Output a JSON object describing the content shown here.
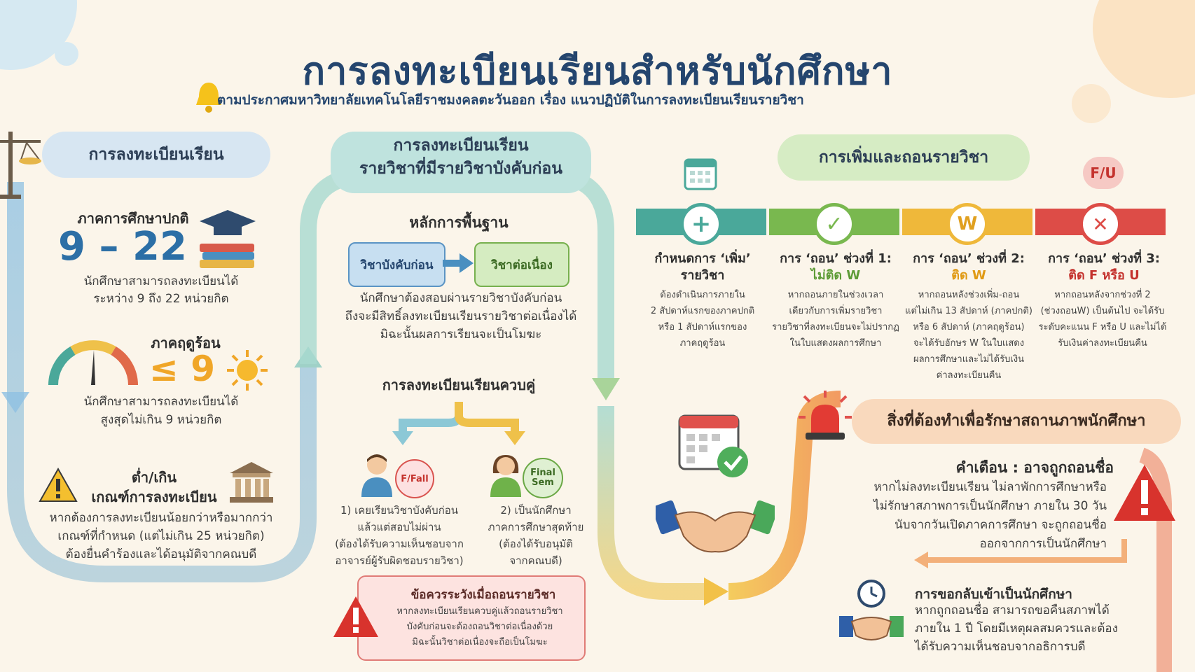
{
  "header": {
    "title": "การลงทะเบียนเรียนสำหรับนักศึกษา",
    "subtitle": "ตามประกาศมหาวิทยาลัยเทคโนโลยีราชมงคลตะวันออก เรื่อง แนวปฏิบัติในการลงทะเบียนเรียนรายวิชา"
  },
  "registration": {
    "heading": "การลงทะเบียนเรียน",
    "regular": {
      "label": "ภาคการศึกษาปกติ",
      "range": "9 – 22",
      "desc_line1": "นักศึกษาสามารถลงทะเบียนได้",
      "desc_line2": "ระหว่าง 9 ถึง 22 หน่วยกิต"
    },
    "summer": {
      "label": "ภาคฤดูร้อน",
      "limit": "≤ 9",
      "desc_line1": "นักศึกษาสามารถลงทะเบียนได้",
      "desc_line2": "สูงสุดไม่เกิน 9 หน่วยกิต"
    },
    "criteria": {
      "label_line1": "ต่ำ/เกิน",
      "label_line2": "เกณฑ์การลงทะเบียน",
      "desc_line1": "หากต้องการลงทะเบียนน้อยกว่าหรือมากกว่า",
      "desc_line2": "เกณฑ์ที่กำหนด (แต่ไม่เกิน 25 หน่วยกิต)",
      "desc_line3": "ต้องยื่นคำร้องและได้อนุมัติจากคณบดี"
    }
  },
  "prereq": {
    "heading_line1": "การลงทะเบียนเรียน",
    "heading_line2": "รายวิชาที่มีรายวิชาบังคับก่อน",
    "basics_label": "หลักการพื้นฐาน",
    "box_prereq": "วิชาบังคับก่อน",
    "box_next": "วิชาต่อเนื่อง",
    "basics_line1": "นักศึกษาต้องสอบผ่านรายวิชาบังคับก่อน",
    "basics_line2": "ถึงจะมีสิทธิ์ลงทะเบียนเรียนรายวิชาต่อเนื่องได้",
    "basics_line3": "มิฉะนั้นผลการเรียนจะเป็นโมฆะ",
    "concurrent_label": "การลงทะเบียนเรียนควบคู่",
    "badge_fail": "F/Fall",
    "badge_final_1": "Final",
    "badge_final_2": "Sem",
    "case1_line1": "1) เคยเรียนวิชาบังคับก่อน",
    "case1_line2": "แล้วแต่สอบไม่ผ่าน",
    "case1_line3": "(ต้องได้รับความเห็นชอบจาก",
    "case1_line4": "อาจารย์ผู้รับผิดชอบรายวิชา)",
    "case2_line1": "2) เป็นนักศึกษา",
    "case2_line2": "ภาคการศึกษาสุดท้าย",
    "case2_line3": "(ต้องได้รับอนุมัติ",
    "case2_line4": "จากคณบดี)",
    "caution_title": "ข้อควรระวังเมื่อถอนรายวิชา",
    "caution_line1": "หากลงทะเบียนเรียนควบคู่แล้วถอนรายวิชา",
    "caution_line2": "บังคับก่อนจะต้องถอนวิชาต่อเนื่องด้วย",
    "caution_line3": "มิฉะนั้นวิชาต่อเนื่องจะถือเป็นโมฆะ"
  },
  "add_drop": {
    "heading": "การเพิ่มและถอนรายวิชา",
    "fu_badge": "F/U",
    "icons": {
      "add": "+",
      "check": "✓",
      "w": "W",
      "x": "✕"
    },
    "colors": {
      "teal": "#4aa89a",
      "green": "#79b84f",
      "yellow": "#efb83a",
      "red": "#dd4c47"
    },
    "stages": [
      {
        "title_line1": "กำหนดการ ‘เพิ่ม’",
        "title_line2": "รายวิชา",
        "lines": [
          "ต้องดำเนินการภายใน",
          "2 สัปดาห์แรกของภาคปกติ",
          "หรือ 1 สัปดาห์แรกของ",
          "ภาคฤดูร้อน"
        ]
      },
      {
        "title_line1": "การ ‘ถอน’ ช่วงที่ 1:",
        "title_line2": "ไม่ติด W",
        "lines": [
          "หากถอนภายในช่วงเวลา",
          "เดียวกับการเพิ่มรายวิชา",
          "รายวิชาที่ลงทะเบียนจะไม่ปรากฏ",
          "ในใบแสดงผลการศึกษา"
        ]
      },
      {
        "title_line1": "การ ‘ถอน’ ช่วงที่ 2:",
        "title_line2": "ติด W",
        "lines": [
          "หากถอนหลังช่วงเพิ่ม-ถอน",
          "แต่ไม่เกิน 13 สัปดาห์ (ภาคปกติ)",
          "หรือ 6 สัปดาห์ (ภาคฤดูร้อน)",
          "จะได้รับอักษร W ในใบแสดง",
          "ผลการศึกษาและไม่ได้รับเงิน",
          "ค่าลงทะเบียนคืน"
        ]
      },
      {
        "title_line1": "การ ‘ถอน’ ช่วงที่ 3:",
        "title_line2": "ติด F หรือ U",
        "lines": [
          "หากถอนหลังจากช่วงที่ 2",
          "(ช่วงถอนW) เป็นต้นไป จะได้รับ",
          "ระดับคะแนน F หรือ U และไม่ได้",
          "รับเงินค่าลงทะเบียนคืน"
        ]
      }
    ]
  },
  "status": {
    "heading": "สิ่งที่ต้องทำเพื่อรักษาสถานภาพนักศึกษา",
    "warning_title": "คำเตือน : อาจถูกถอนชื่อ",
    "warning_line1": "หากไม่ลงทะเบียนเรียน ไม่ลาพักการศึกษาหรือ",
    "warning_line2": "ไม่รักษาสภาพการเป็นนักศึกษา ภายใน 30 วัน",
    "warning_line3": "นับจากวันเปิดภาคการศึกษา จะถูกถอนชื่อ",
    "warning_line4": "ออกจากการเป็นนักศึกษา",
    "return_title": "การขอกลับเข้าเป็นนักศึกษา",
    "return_line1": "หากถูกถอนชื่อ สามารถขอคืนสภาพได้",
    "return_line2": "ภายใน 1 ปี โดยมีเหตุผลสมควรและต้อง",
    "return_line3": "ได้รับความเห็นชอบจากอธิการบดี"
  }
}
